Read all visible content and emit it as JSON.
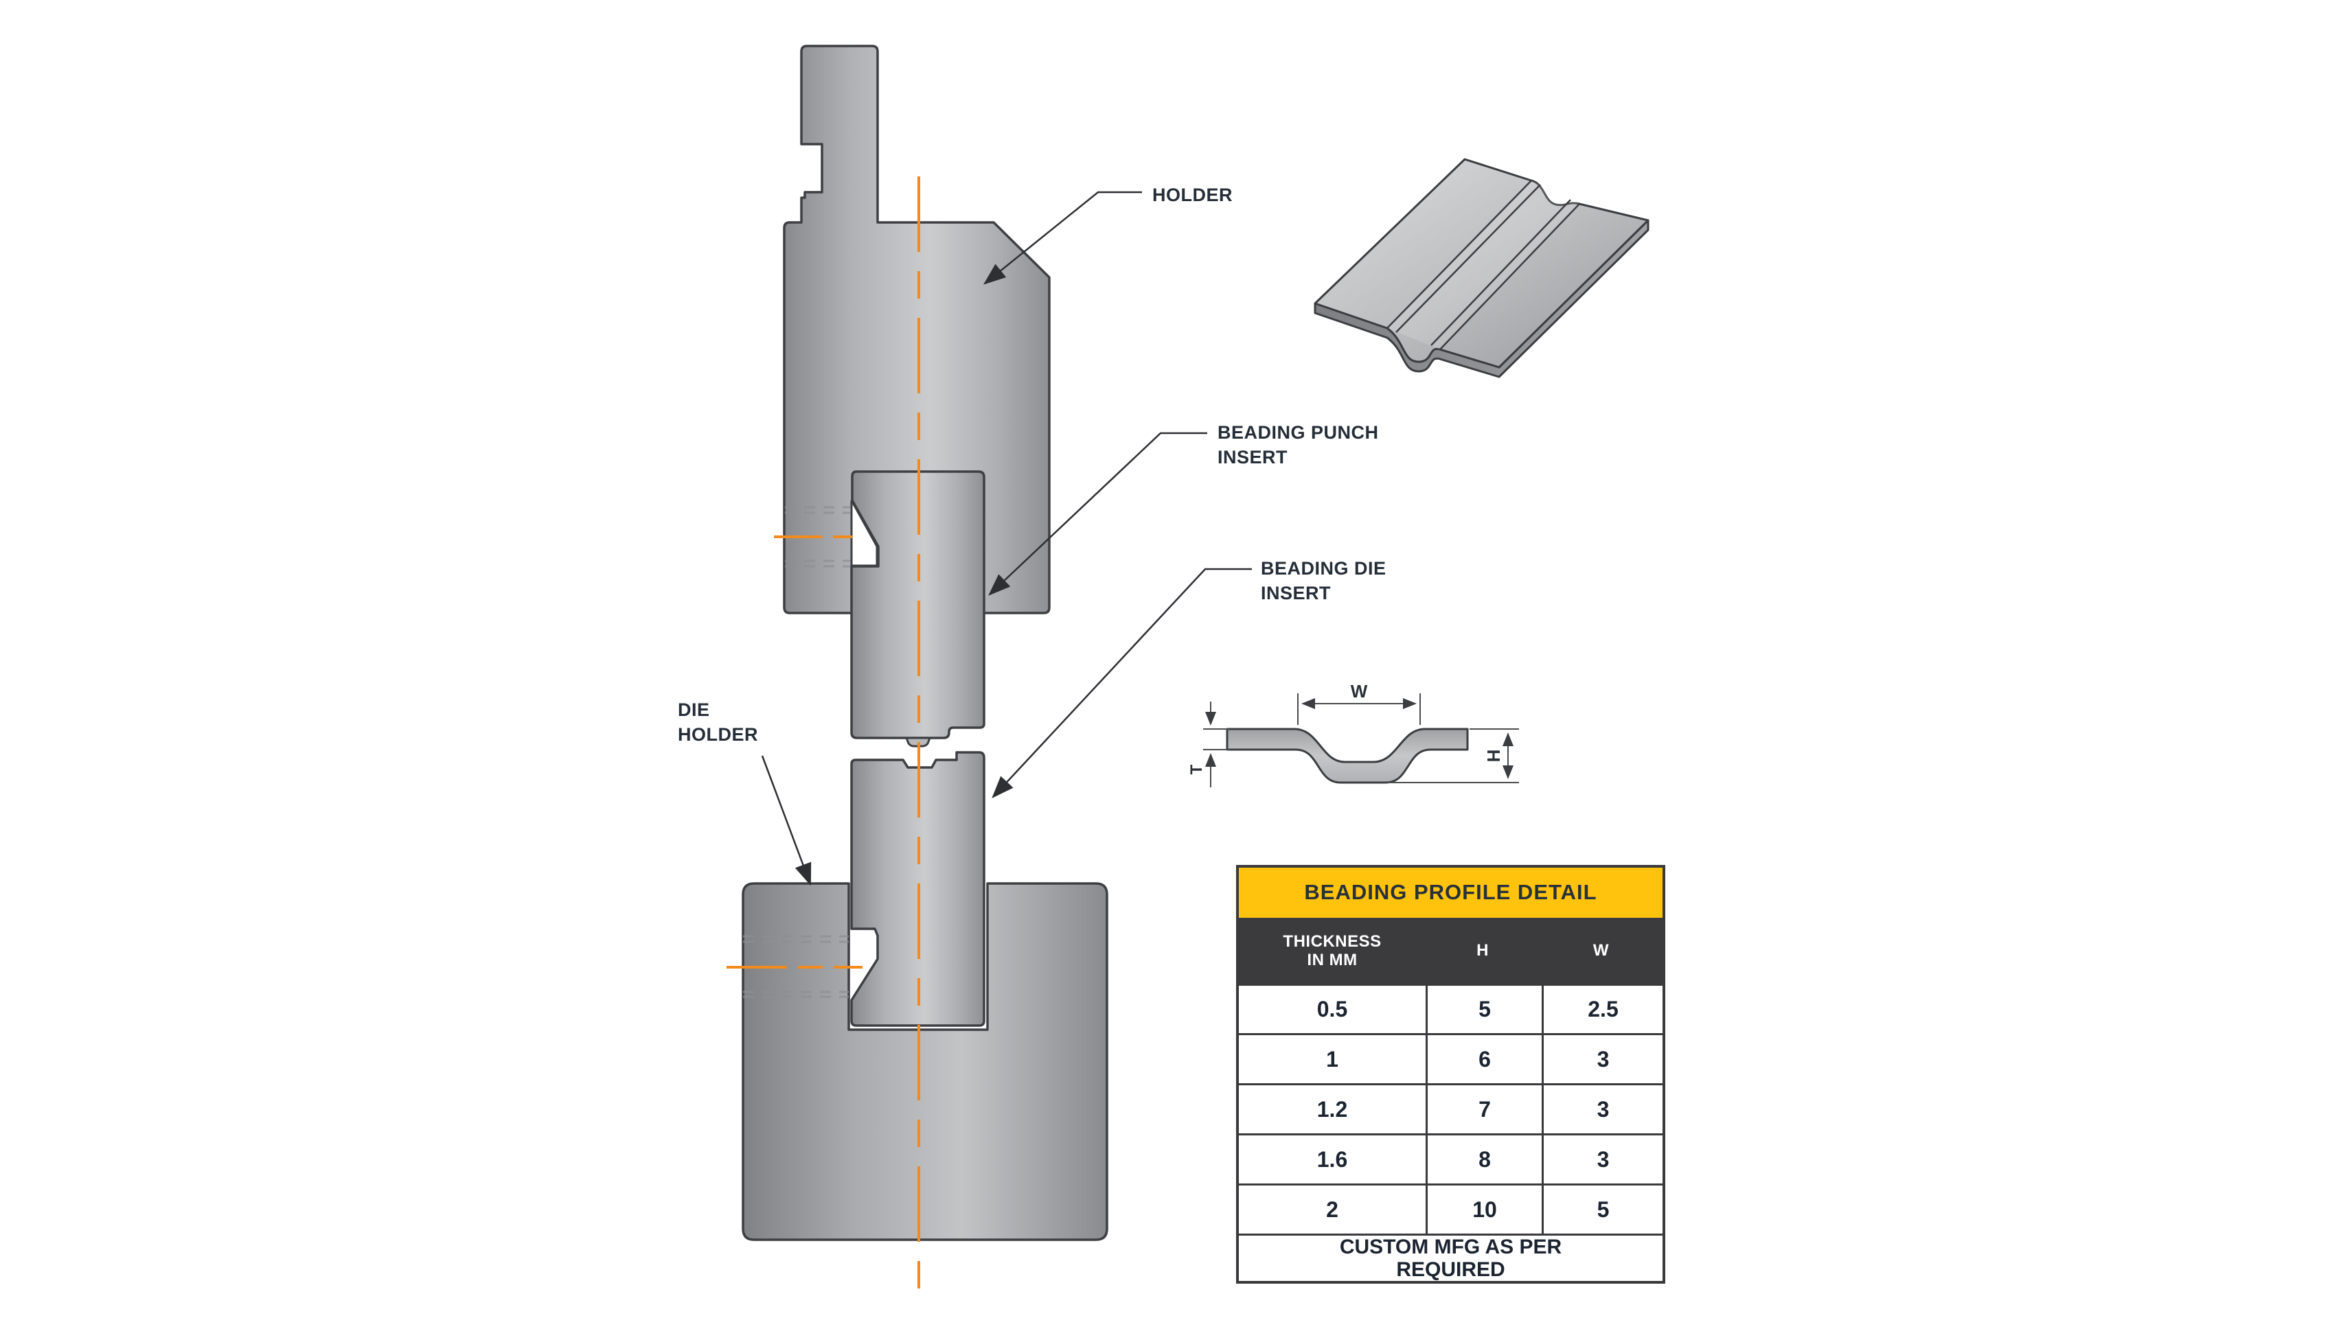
{
  "diagram": {
    "labels": {
      "holder": "HOLDER",
      "beading_punch_insert": "BEADING PUNCH\nINSERT",
      "beading_die_insert": "BEADING DIE\nINSERT",
      "die_holder": "DIE\nHOLDER"
    }
  },
  "profile": {
    "width_label": "W",
    "height_label": "H",
    "thickness_label": "T"
  },
  "table": {
    "title": "BEADING PROFILE DETAIL",
    "columns": [
      "THICKNESS\nIN MM",
      "H",
      "W"
    ],
    "rows": [
      [
        "0.5",
        "5",
        "2.5"
      ],
      [
        "1",
        "6",
        "3"
      ],
      [
        "1.2",
        "7",
        "3"
      ],
      [
        "1.6",
        "8",
        "3"
      ],
      [
        "2",
        "10",
        "5"
      ]
    ],
    "footer": "CUSTOM MFG AS PER\nREQUIRED"
  },
  "colors": {
    "accent_orange": "#F28A1E",
    "table_title_bg": "#FFC20D",
    "table_header_bg": "#3B3B3D",
    "table_border": "#3A3A3C",
    "label_text": "#252E38",
    "outline": "#3E3F42",
    "hidden_line": "#8E8F93",
    "metal_light": "#D8D9DB",
    "metal_mid": "#A9AAAD",
    "metal_dark": "#8A8B8E"
  }
}
